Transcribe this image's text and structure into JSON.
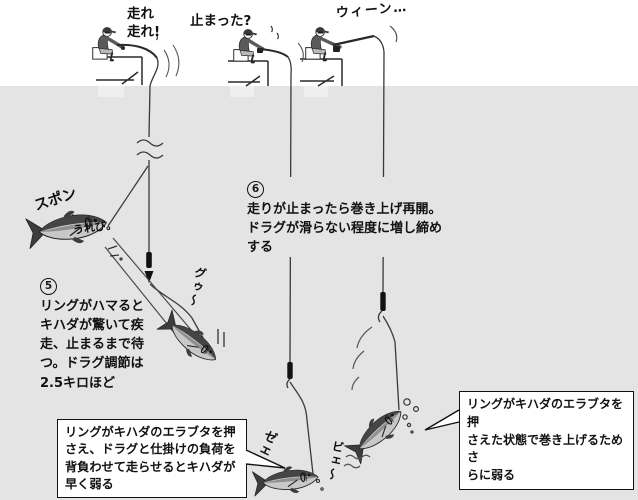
{
  "scene": {
    "bg_color": "#ffffff",
    "water_color": "#e4e4e4",
    "ink_color": "#1a1a1a"
  },
  "anglers": {
    "angler1_speech": "走れ\n走れ!",
    "angler2_speech": "止まった?",
    "angler3_speech": "ウィーン…"
  },
  "sfx": {
    "ring_snap": "スポン",
    "fish_happy": "うれぴ。",
    "dive": "グゥ〜",
    "exhausted": "ゼェ",
    "wheeze": "ビェ〜"
  },
  "steps": {
    "step5_number": "5",
    "step5_text": "リングがハマると\nキハダが驚いて疾\n走、止まるまで待\nつ。ドラグ調節は\n2.5キロほど",
    "step6_number": "6",
    "step6_text": "走りが止まったら巻き上げ再開。\nドラグが滑らない程度に増し締め\nする"
  },
  "callouts": {
    "left": "リングがキハダのエラブタを押\nさえ、ドラグと仕掛けの負荷を\n背負わせて走らせるとキハダが\n早く弱る",
    "right": "リングがキハダのエラブタを押\nさえた状態で巻き上げるためさ\nらに弱る"
  }
}
